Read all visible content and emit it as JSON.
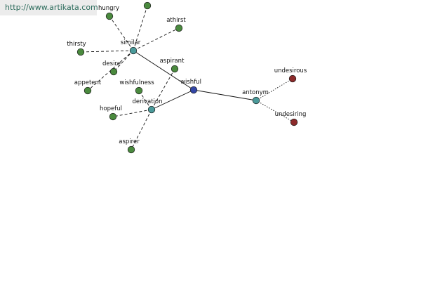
{
  "header": {
    "url": "http://www.artikata.com"
  },
  "colors": {
    "leaf": "#4a8a3e",
    "connector": "#4a9a9a",
    "center": "#3346a6",
    "antonym_leaf": "#8c2a2a",
    "edge": "#111111"
  },
  "graph": {
    "nodes": [
      {
        "id": "wishful",
        "label": "wishful",
        "kind": "center"
      },
      {
        "id": "similar",
        "label": "similar",
        "kind": "connector"
      },
      {
        "id": "derivation",
        "label": "derivation",
        "kind": "connector"
      },
      {
        "id": "antonym",
        "label": "antonym",
        "kind": "connector"
      },
      {
        "id": "hungry",
        "label": "hungry",
        "kind": "leaf"
      },
      {
        "id": "unlabeled_top",
        "label": "",
        "kind": "leaf"
      },
      {
        "id": "athirst",
        "label": "athirst",
        "kind": "leaf"
      },
      {
        "id": "thirsty",
        "label": "thirsty",
        "kind": "leaf"
      },
      {
        "id": "desire",
        "label": "desire",
        "kind": "leaf"
      },
      {
        "id": "appetent",
        "label": "appetent",
        "kind": "leaf"
      },
      {
        "id": "wishfulness",
        "label": "wishfulness",
        "kind": "leaf"
      },
      {
        "id": "aspirant",
        "label": "aspirant",
        "kind": "leaf"
      },
      {
        "id": "hopeful",
        "label": "hopeful",
        "kind": "leaf"
      },
      {
        "id": "aspirer",
        "label": "aspirer",
        "kind": "leaf"
      },
      {
        "id": "undesirous",
        "label": "undesirous",
        "kind": "antonym_leaf"
      },
      {
        "id": "undesiring",
        "label": "undesiring",
        "kind": "antonym_leaf"
      }
    ],
    "edges": [
      {
        "from": "wishful",
        "to": "similar",
        "style": "solid"
      },
      {
        "from": "wishful",
        "to": "derivation",
        "style": "solid"
      },
      {
        "from": "wishful",
        "to": "antonym",
        "style": "solid"
      },
      {
        "from": "similar",
        "to": "hungry",
        "style": "dashed"
      },
      {
        "from": "similar",
        "to": "unlabeled_top",
        "style": "dashed"
      },
      {
        "from": "similar",
        "to": "athirst",
        "style": "dashed"
      },
      {
        "from": "similar",
        "to": "thirsty",
        "style": "dashed"
      },
      {
        "from": "similar",
        "to": "desire",
        "style": "dashed"
      },
      {
        "from": "similar",
        "to": "appetent",
        "style": "dashed"
      },
      {
        "from": "derivation",
        "to": "wishfulness",
        "style": "dashed"
      },
      {
        "from": "derivation",
        "to": "aspirant",
        "style": "dashed"
      },
      {
        "from": "derivation",
        "to": "hopeful",
        "style": "dashed"
      },
      {
        "from": "derivation",
        "to": "aspirer",
        "style": "dashed"
      },
      {
        "from": "antonym",
        "to": "undesirous",
        "style": "dotted"
      },
      {
        "from": "antonym",
        "to": "undesiring",
        "style": "dotted"
      }
    ]
  }
}
